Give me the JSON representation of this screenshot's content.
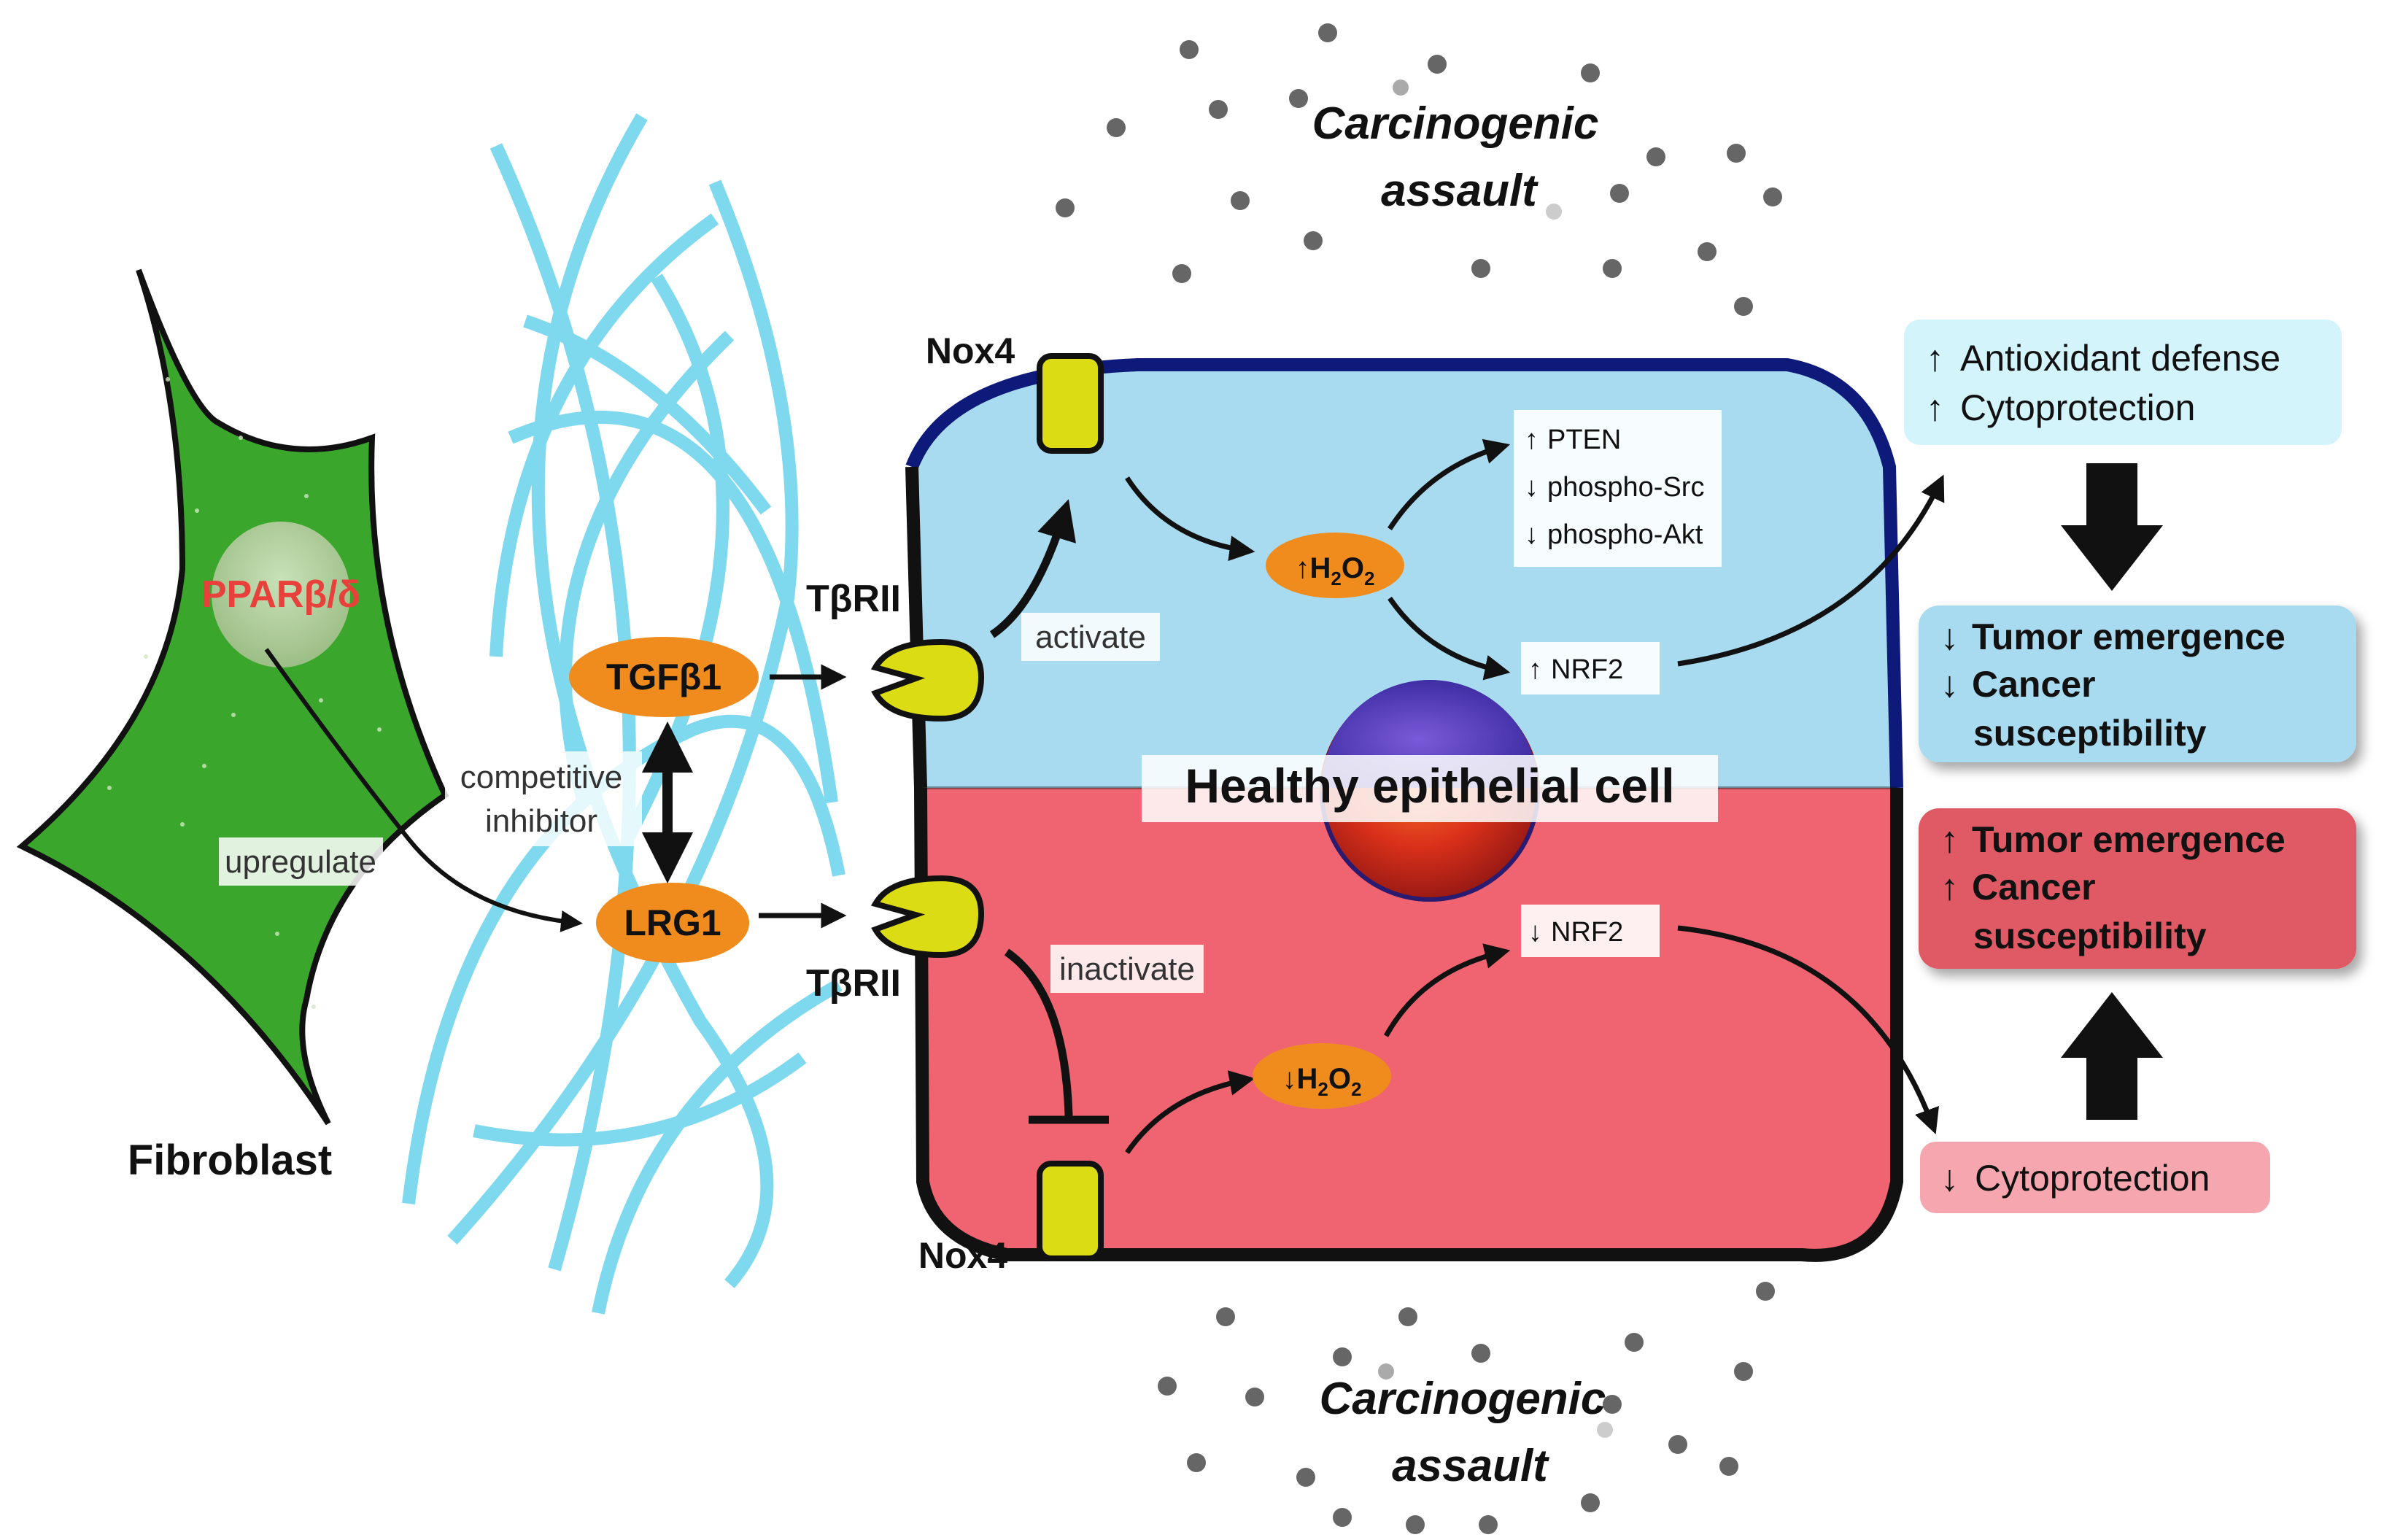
{
  "fibroblast": {
    "label": "Fibroblast",
    "nucleus_label": "PPARβ/δ",
    "color": "#3aa62b",
    "nucleus_label_color": "#e8403a"
  },
  "edges": {
    "upregulate": "upregulate",
    "competitive_inhibitor_line1": "competitive",
    "competitive_inhibitor_line2": "inhibitor",
    "activate": "activate",
    "inactivate": "inactivate"
  },
  "ligands": {
    "tgfb1": "TGFβ1",
    "lrg1": "LRG1",
    "color": "#f08c1e"
  },
  "receptors": {
    "top": "TβRII",
    "bottom": "TβRII",
    "color": "#dcdc14"
  },
  "nox4": {
    "top": "Nox4",
    "bottom": "Nox4"
  },
  "carcinogenic": {
    "top_line1": "Carcinogenic",
    "top_line2": "assault",
    "bottom_line1": "Carcinogenic",
    "bottom_line2": "assault"
  },
  "cell": {
    "title": "Healthy epithelial cell",
    "top_color": "#a8dbef",
    "bottom_color": "#ef6470"
  },
  "h2o2": {
    "top_arrow": "↑",
    "bottom_arrow": "↓",
    "base": "H",
    "sub1": "2",
    "mid": "O",
    "sub2": "2"
  },
  "top_effects": {
    "pten_arrow": "↑",
    "pten": "PTEN",
    "src_arrow": "↓",
    "src": "phospho-Src",
    "akt_arrow": "↓",
    "akt": "phospho-Akt",
    "nrf2_arrow": "↑",
    "nrf2": "NRF2"
  },
  "bottom_effects": {
    "nrf2_arrow": "↓",
    "nrf2": "NRF2"
  },
  "outcomes": {
    "antioxidant_arrow": "↑",
    "antioxidant": "Antioxidant defense",
    "cytoprotection_up_arrow": "↑",
    "cytoprotection_up": "Cytoprotection",
    "tumor_down_arrow": "↓",
    "tumor_down": "Tumor emergence",
    "cancer_down_arrow": "↓",
    "cancer_down_line1": "Cancer",
    "cancer_down_line2": "susceptibility",
    "tumor_up_arrow": "↑",
    "tumor_up": "Tumor emergence",
    "cancer_up_arrow": "↑",
    "cancer_up_line1": "Cancer",
    "cancer_up_line2": "susceptibility",
    "cytoprotection_down_arrow": "↓",
    "cytoprotection_down": "Cytoprotection"
  }
}
